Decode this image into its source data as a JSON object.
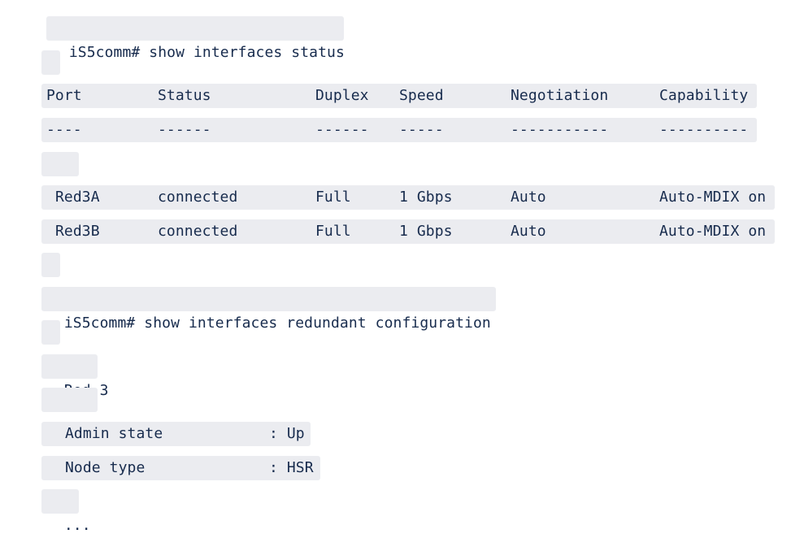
{
  "cmd1": "iS5comm# show interfaces status",
  "table": {
    "headers": [
      "Port",
      "Status",
      "Duplex",
      "Speed",
      "Negotiation",
      "Capability"
    ],
    "separators": [
      "----",
      "------",
      "------",
      "-----",
      "-----------",
      "----------"
    ],
    "ellipsis": "...",
    "rows": [
      [
        "Red3A",
        "connected",
        "Full",
        "1 Gbps",
        "Auto",
        "Auto-MDIX on"
      ],
      [
        "Red3B",
        "connected",
        "Full",
        "1 Gbps",
        "Auto",
        "Auto-MDIX on"
      ]
    ]
  },
  "cmd2": "iS5comm# show interfaces redundant configuration",
  "red": {
    "title": "Red 3",
    "underline": "-----",
    "admin_label": "Admin state",
    "admin_value": ": Up",
    "node_label": "Node type",
    "node_value": ": HSR",
    "ellipsis": "..."
  }
}
